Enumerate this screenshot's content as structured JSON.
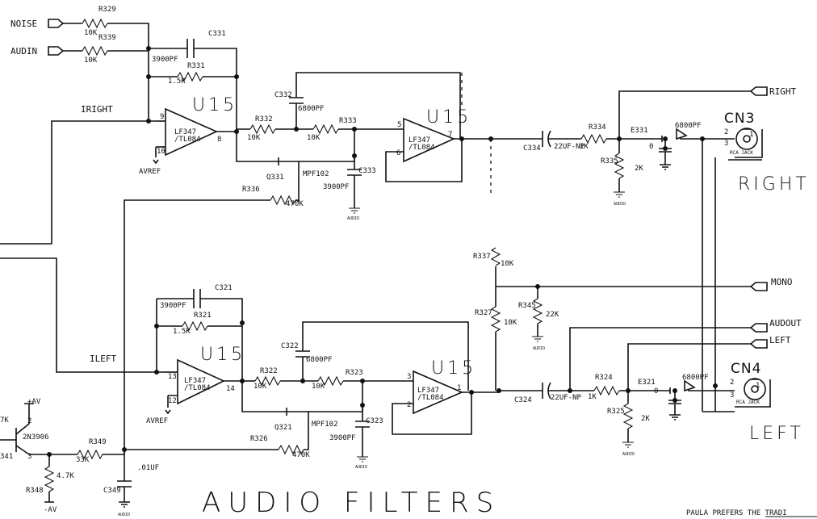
{
  "title": "AUDIO FILTERS",
  "footer_note": "PAULA PREFERS THE TRADI",
  "inputs": {
    "noise": "NOISE",
    "audin": "AUDIN",
    "iright": "IRIGHT",
    "ileft": "ILEFT"
  },
  "outputs": {
    "right": "RIGHT",
    "mono": "MONO",
    "audout": "AUDOUT",
    "left": "LEFT"
  },
  "connectors": {
    "cn3": "CN3",
    "cn4": "CN4",
    "right_label": "RIGHT",
    "left_label": "LEFT",
    "jack": "RCA JACK"
  },
  "ic": {
    "name": "U15",
    "part_line1": "LF347",
    "part_line2": "/TL084",
    "avref": "AVREF"
  },
  "pins": {
    "p9": "9",
    "p10": "10",
    "p8": "8",
    "p5": "5",
    "p6": "6",
    "p7": "7",
    "p13": "13",
    "p12": "12",
    "p14": "14",
    "p3": "3",
    "p2": "2",
    "p1": "1",
    "r1": "1",
    "r2": "2",
    "q3": "3"
  },
  "components": {
    "r329": {
      "ref": "R329",
      "value": "10K"
    },
    "r339": {
      "ref": "R339",
      "value": "10K"
    },
    "c331": {
      "ref": "C331",
      "value": "3900PF"
    },
    "r331": {
      "ref": "R331",
      "value": "1.5K"
    },
    "c332": {
      "ref": "C332",
      "value": "6800PF"
    },
    "r332": {
      "ref": "R332",
      "value": "10K"
    },
    "r333": {
      "ref": "R333",
      "value": "10K"
    },
    "c333": {
      "ref": "C333",
      "value": "3900PF"
    },
    "q331": {
      "ref": "Q331",
      "value": "MPF102"
    },
    "r336": {
      "ref": "R336",
      "value": "470K"
    },
    "c334": {
      "ref": "C334",
      "value": "22UF-NP"
    },
    "r334": {
      "ref": "R334",
      "value": "1K"
    },
    "r335": {
      "ref": "R335",
      "value": "2K"
    },
    "e331": {
      "ref": "E331",
      "value": "0"
    },
    "c_e331": {
      "value": "6800PF"
    },
    "r337": {
      "ref": "R337",
      "value": "10K"
    },
    "r327": {
      "ref": "R327",
      "value": "10K"
    },
    "r345": {
      "ref": "R345",
      "value": "22K"
    },
    "c321": {
      "ref": "C321",
      "value": "3900PF"
    },
    "r321": {
      "ref": "R321",
      "value": "1.5K"
    },
    "c322": {
      "ref": "C322",
      "value": "6800PF"
    },
    "r322": {
      "ref": "R322",
      "value": "10K"
    },
    "r323": {
      "ref": "R323",
      "value": "10K"
    },
    "c323": {
      "ref": "C323",
      "value": "3900PF"
    },
    "q321": {
      "ref": "Q321",
      "value": "MPF102"
    },
    "r326": {
      "ref": "R326",
      "value": "470K"
    },
    "c324": {
      "ref": "C324",
      "value": "22UF-NP"
    },
    "r324": {
      "ref": "R324",
      "value": "1K"
    },
    "r325": {
      "ref": "R325",
      "value": "2K"
    },
    "e321": {
      "ref": "E321",
      "value": "0"
    },
    "c_e321": {
      "value": "6800PF"
    },
    "q341": {
      "ref": "341",
      "value": "2N3906",
      "plus": "+AV"
    },
    "r349": {
      "ref": "R349",
      "value": "33K"
    },
    "c349": {
      "ref": "C349",
      "value": ".01UF"
    },
    "r348": {
      "ref": "R348",
      "value": "4.7K",
      "minus": "-AV"
    },
    "r_edge": {
      "value": "7K"
    }
  },
  "ground_label": "AUDIO"
}
